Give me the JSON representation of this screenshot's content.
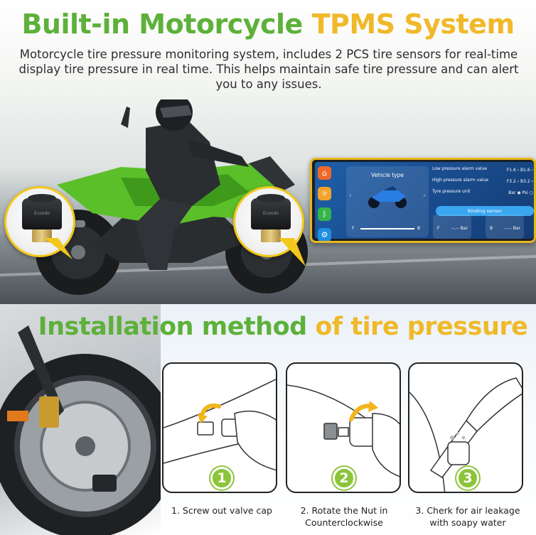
{
  "top": {
    "headline_green": "Built-in Motorcycle",
    "headline_yellow": "TPMS System",
    "intro": "Motorcycle tire pressure monitoring system, includes 2 PCS tire sensors for real-time display tire pressure in real time. This helps maintain safe tire pressure and can alert you to any issues.",
    "sensor_label": "Ecoodo"
  },
  "display": {
    "vehicle_type": "Vehicle type",
    "slider_front": "F",
    "slider_back": "B",
    "settings": [
      {
        "key": "Low pressure alarm value",
        "value": "F1.6 › B1.6 ›"
      },
      {
        "key": "High pressure alarm value",
        "value": "F3.2 › B3.2 ›"
      },
      {
        "key": "Tyre pressure unit",
        "value": "Bar ◉ Psi ○"
      }
    ],
    "binding_button": "Binding sensor",
    "tires": [
      {
        "pos": "F",
        "reading": "--.-- Bar"
      },
      {
        "pos": "B",
        "reading": "--.-- Bar"
      }
    ]
  },
  "bottom": {
    "headline_green": "Installation method",
    "headline_yellow": "of tire pressure",
    "steps": [
      {
        "number": "1",
        "caption": "1. Screw out valve cap"
      },
      {
        "number": "2",
        "caption": "2. Rotate the Nut in Counterclockwise"
      },
      {
        "number": "3",
        "caption": "3. Cherk for air leakage with soapy water"
      }
    ]
  },
  "colors": {
    "headline_green": "#5db13a",
    "headline_yellow": "#f0b92a",
    "step_badge": "#8cc43a",
    "device_border": "#e6b720",
    "screen_blue": "#1f5fa8"
  },
  "icons": [
    "home-icon",
    "sun-icon",
    "bluetooth-icon",
    "settings-icon",
    "motorcycle-icon",
    "tire-sensor-icon",
    "arrow-icon"
  ]
}
